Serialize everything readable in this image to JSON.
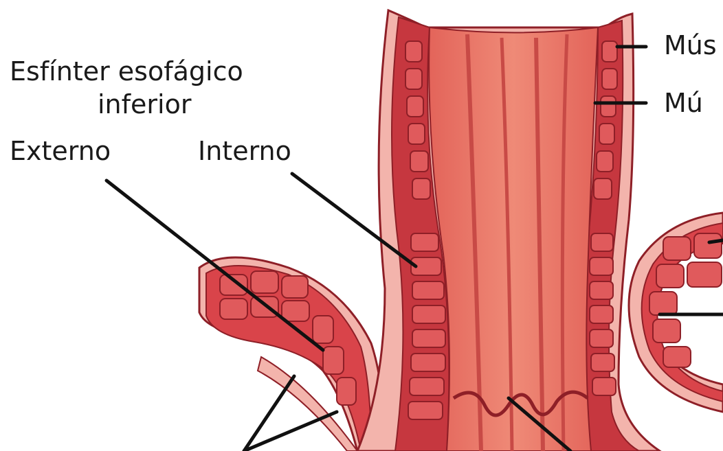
{
  "labels": {
    "title_line1": "Esfínter esofágico",
    "title_line2": "inferior",
    "externo": "Externo",
    "interno": "Interno",
    "right_top": "Mús",
    "right_mid": "Mú"
  },
  "colors": {
    "tissue_dark": "#c6373f",
    "tissue_mid": "#e05a5c",
    "tissue_light": "#f08a7c",
    "mucosa_pale": "#f3b4ac",
    "outline": "#8e1f27",
    "lumen": "#e9705f",
    "leader_line": "#111111"
  }
}
